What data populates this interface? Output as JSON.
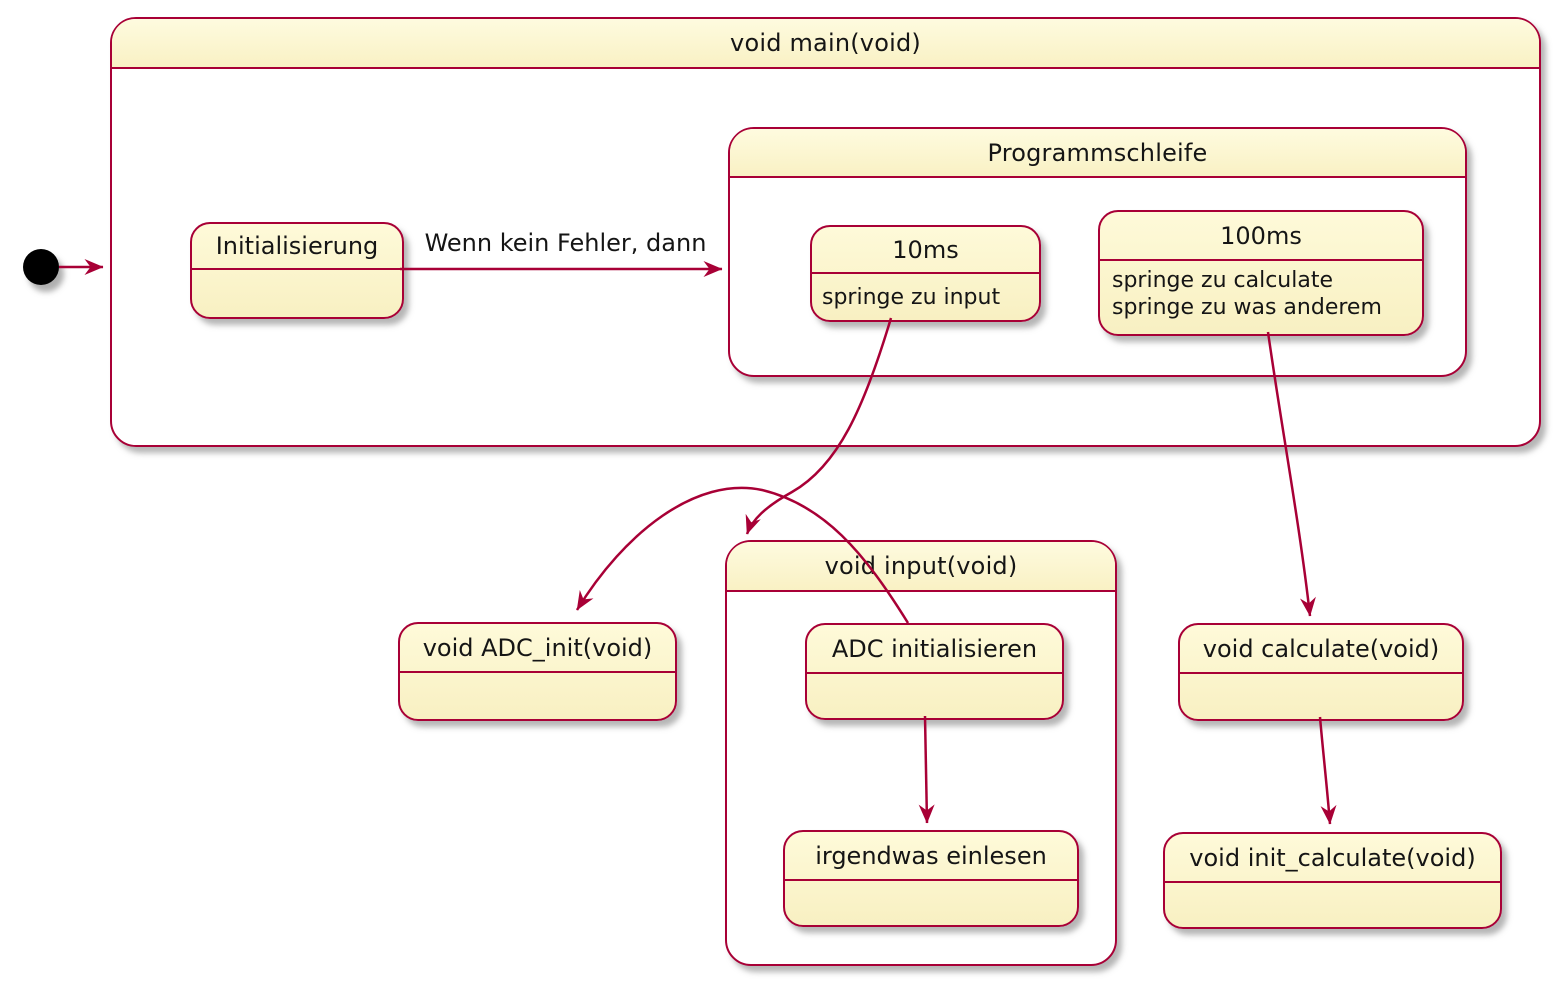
{
  "diagram": {
    "kind": "uml-state-diagram",
    "colors": {
      "border": "#A80036",
      "state_fill": "#FBF5CD",
      "composite_body": "#FFFFFF",
      "text": "#151515",
      "background": "#FFFFFF",
      "shadow": "rgba(110,110,110,0.5)"
    }
  },
  "states": {
    "main": {
      "title": "void main(void)"
    },
    "initialisierung": {
      "title": "Initialisierung"
    },
    "programmschleife": {
      "title": "Programmschleife"
    },
    "t10ms": {
      "title": "10ms",
      "body": "springe zu input"
    },
    "t100ms": {
      "title": "100ms",
      "body1": "springe zu calculate",
      "body2": "springe zu was anderem"
    },
    "adc_init": {
      "title": "void ADC_init(void)"
    },
    "input": {
      "title": "void input(void)"
    },
    "adc_initialisieren": {
      "title": "ADC initialisieren"
    },
    "irgendwas_einlesen": {
      "title": "irgendwas einlesen"
    },
    "calculate": {
      "title": "void calculate(void)"
    },
    "init_calculate": {
      "title": "void init_calculate(void)"
    }
  },
  "transitions": {
    "start_to_main": {
      "from": "start",
      "to": "void main(void)",
      "label": ""
    },
    "init_to_loop": {
      "from": "Initialisierung",
      "to": "Programmschleife",
      "label": "Wenn kein Fehler, dann"
    },
    "t10ms_to_input": {
      "from": "10ms",
      "to": "void input(void)",
      "label": ""
    },
    "adc_initialisieren_to_adc_init": {
      "from": "ADC initialisieren",
      "to": "void ADC_init(void)",
      "label": ""
    },
    "t100ms_to_calculate": {
      "from": "100ms",
      "to": "void calculate(void)",
      "label": ""
    },
    "adc_initialisieren_to_irgendwas": {
      "from": "ADC initialisieren",
      "to": "irgendwas einlesen",
      "label": ""
    },
    "calculate_to_init_calculate": {
      "from": "void calculate(void)",
      "to": "void init_calculate(void)",
      "label": ""
    }
  }
}
